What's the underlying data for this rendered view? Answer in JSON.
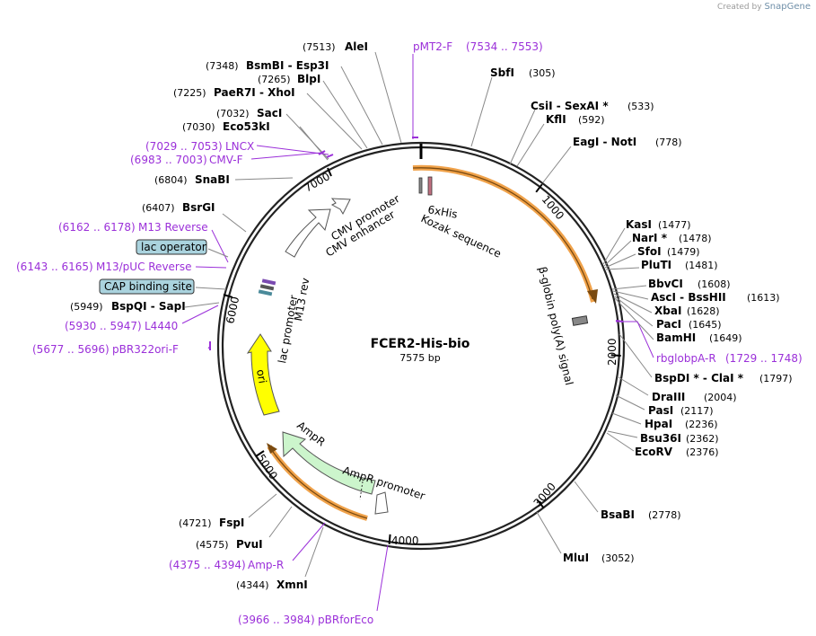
{
  "credit": {
    "prefix": "Created by",
    "brand": "SnapGene"
  },
  "plasmid": {
    "name": "FCER2-His-bio",
    "length": 7575,
    "length_label": "7575 bp"
  },
  "ticks": [
    {
      "pos": 1000,
      "label": "1000"
    },
    {
      "pos": 2000,
      "label": "2000"
    },
    {
      "pos": 3000,
      "label": "3000"
    },
    {
      "pos": 4000,
      "label": "4000"
    },
    {
      "pos": 5000,
      "label": "5000"
    },
    {
      "pos": 6000,
      "label": "6000"
    },
    {
      "pos": 7000,
      "label": "7000"
    }
  ],
  "enzymes": [
    {
      "name": "AleI",
      "pos": "(7513)",
      "site": 7513
    },
    {
      "name": "SbfI",
      "pos": "(305)",
      "site": 305
    },
    {
      "name": "CsiI  -  SexAI *",
      "pos": "(533)",
      "site": 533
    },
    {
      "name": "KflI",
      "pos": "(592)",
      "site": 592
    },
    {
      "name": "EagI  -  NotI",
      "pos": "(778)",
      "site": 778
    },
    {
      "name": "KasI",
      "pos": "(1477)",
      "site": 1477
    },
    {
      "name": "NarI *",
      "pos": "(1478)",
      "site": 1478
    },
    {
      "name": "SfoI",
      "pos": "(1479)",
      "site": 1479
    },
    {
      "name": "PluTI",
      "pos": "(1481)",
      "site": 1481
    },
    {
      "name": "BbvCI",
      "pos": "(1608)",
      "site": 1608
    },
    {
      "name": "AscI  -  BssHII",
      "pos": "(1613)",
      "site": 1613
    },
    {
      "name": "XbaI",
      "pos": "(1628)",
      "site": 1628
    },
    {
      "name": "PacI",
      "pos": "(1645)",
      "site": 1645
    },
    {
      "name": "BamHI",
      "pos": "(1649)",
      "site": 1649
    },
    {
      "name": "BspDI *  -  ClaI *",
      "pos": "(1797)",
      "site": 1797
    },
    {
      "name": "DraIII",
      "pos": "(2004)",
      "site": 2004
    },
    {
      "name": "PasI",
      "pos": "(2117)",
      "site": 2117
    },
    {
      "name": "HpaI",
      "pos": "(2236)",
      "site": 2236
    },
    {
      "name": "Bsu36I",
      "pos": "(2362)",
      "site": 2362
    },
    {
      "name": "EcoRV",
      "pos": "(2376)",
      "site": 2376
    },
    {
      "name": "BsaBI",
      "pos": "(2778)",
      "site": 2778
    },
    {
      "name": "MluI",
      "pos": "(3052)",
      "site": 3052
    },
    {
      "name": "XmnI",
      "pos": "(4344)",
      "site": 4344
    },
    {
      "name": "PvuI",
      "pos": "(4575)",
      "site": 4575
    },
    {
      "name": "FspI",
      "pos": "(4721)",
      "site": 4721
    },
    {
      "name": "BspQI  -  SapI",
      "pos": "(5949)",
      "site": 5949
    },
    {
      "name": "BsrGI",
      "pos": "(6407)",
      "site": 6407
    },
    {
      "name": "SnaBI",
      "pos": "(6804)",
      "site": 6804
    },
    {
      "name": "Eco53kI",
      "pos": "(7030)",
      "site": 7030
    },
    {
      "name": "SacI",
      "pos": "(7032)",
      "site": 7032
    },
    {
      "name": "PaeR7I  -  XhoI",
      "pos": "(7225)",
      "site": 7225
    },
    {
      "name": "BlpI",
      "pos": "(7265)",
      "site": 7265
    },
    {
      "name": "BsmBI  -  Esp3I",
      "pos": "(7348)",
      "site": 7348
    }
  ],
  "primers": [
    {
      "name": "pMT2-F",
      "range": "(7534 .. 7553)",
      "site": 7543
    },
    {
      "name": "rbglobpA-R",
      "range": "(1729 .. 1748)",
      "site": 1738
    },
    {
      "name": "pBRforEco",
      "range": "(3966 .. 3984)",
      "site": 3975
    },
    {
      "name": "Amp-R",
      "range": "(4375 .. 4394)",
      "site": 4384
    },
    {
      "name": "pBR322ori-F",
      "range": "(5677 .. 5696)",
      "site": 5686
    },
    {
      "name": "L4440",
      "range": "(5930 .. 5947)",
      "site": 5938
    },
    {
      "name": "M13/pUC Reverse",
      "range": "(6143 .. 6165)",
      "site": 6154
    },
    {
      "name": "M13 Reverse",
      "range": "(6162 .. 6178)",
      "site": 6170
    },
    {
      "name": "CMV-F",
      "range": "(6983 .. 7003)",
      "site": 6993
    },
    {
      "name": "LNCX",
      "range": "(7029 .. 7053)",
      "site": 7041
    }
  ],
  "boxed_features": [
    {
      "name": "lac operator"
    },
    {
      "name": "CAP binding site"
    }
  ],
  "features": [
    {
      "name": "CMV promoter",
      "start": 6600,
      "end": 6940
    },
    {
      "name": "CMV enhancer",
      "start": 6260,
      "end": 6600
    },
    {
      "name": "6xHis"
    },
    {
      "name": "Kozak sequence"
    },
    {
      "name": "β-globin poly(A) signal",
      "start": 0,
      "end": 1300
    },
    {
      "name": "lac promoter"
    },
    {
      "name": "M13 rev"
    },
    {
      "name": "ori",
      "start": 5300,
      "end": 5850
    },
    {
      "name": "AmpR",
      "start": 4330,
      "end": 5060
    },
    {
      "name": "AmpR promoter",
      "start": 4230,
      "end": 4330
    }
  ],
  "colors": {
    "primer": "#9b30d9",
    "orf_orange": "#f0a24a",
    "ampr_fill": "#ccf5cc",
    "ori_fill": "#ffff00",
    "box_fill": "#aad3de",
    "promoter_fill": "#ffffff"
  }
}
